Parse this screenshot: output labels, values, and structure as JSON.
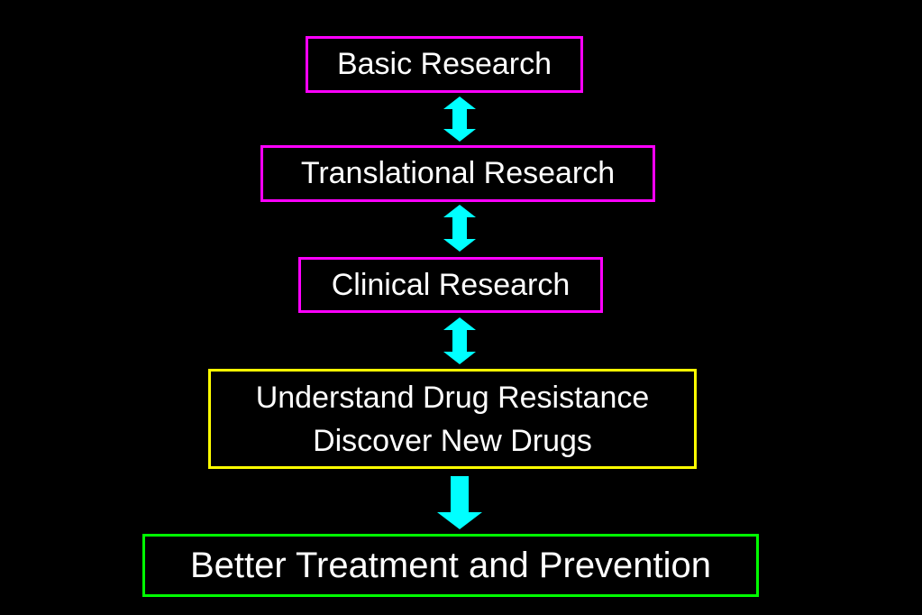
{
  "colors": {
    "background": "#000000",
    "text": "#ffffff",
    "research_border": "#ff00ff",
    "goal_border": "#ffff00",
    "outcome_border": "#00ff00",
    "arrow": "#00ffff"
  },
  "flow": {
    "basic_research": "Basic Research",
    "translational_research": "Translational Research",
    "clinical_research": "Clinical Research",
    "goals": [
      "Understand Drug Resistance",
      "Discover New Drugs"
    ],
    "outcome": "Better Treatment and Prevention"
  }
}
